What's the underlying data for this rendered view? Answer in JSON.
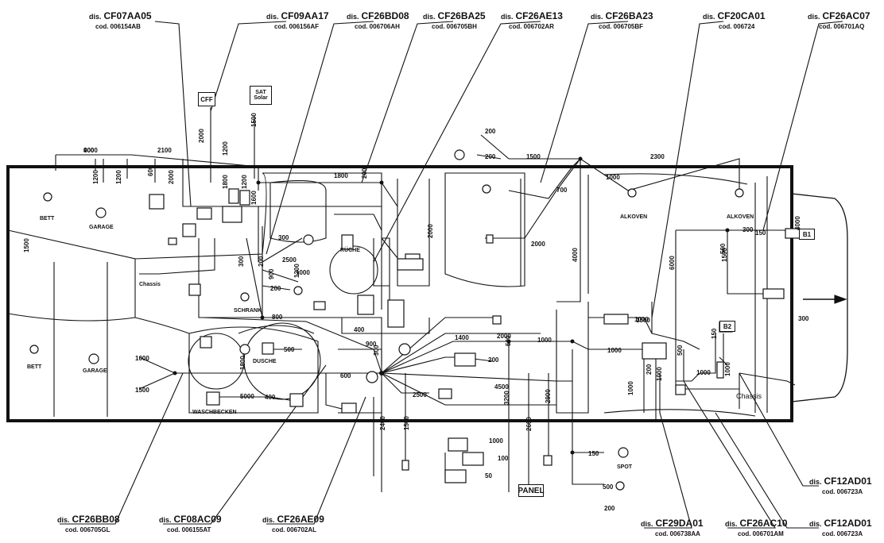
{
  "diagram": {
    "callouts": {
      "top": [
        {
          "dis": "CF07AA05",
          "cod": "cod. 006154AB"
        },
        {
          "dis": "CF09AA17",
          "cod": "cod. 006156AF"
        },
        {
          "dis": "CF26BD08",
          "cod": "cod. 006706AH"
        },
        {
          "dis": "CF26BA25",
          "cod": "cod. 006705BH"
        },
        {
          "dis": "CF26AE13",
          "cod": "cod. 006702AR"
        },
        {
          "dis": "CF26BA23",
          "cod": "cod. 006705BF"
        },
        {
          "dis": "CF20CA01",
          "cod": "cod. 006724"
        },
        {
          "dis": "CF26AC07",
          "cod": "cod. 006701AQ"
        }
      ],
      "bottom": [
        {
          "dis": "CF26BB08",
          "cod": "cod. 006705GL"
        },
        {
          "dis": "CF08AC09",
          "cod": "cod. 006155AT"
        },
        {
          "dis": "CF26AE09",
          "cod": "cod. 006702AL"
        },
        {
          "dis": "CF29DA01",
          "cod": "cod. 006738AA"
        },
        {
          "dis": "CF26AC10",
          "cod": "cod. 006701AM"
        },
        {
          "dis": "CF12AD01",
          "cod": "cod. 006723A"
        }
      ],
      "right_mid": {
        "dis": "CF12AD01",
        "cod": "cod. 006723A"
      },
      "prefix": "dis."
    },
    "components": {
      "bett": "BETT",
      "garage": "GARAGE",
      "chassis": "Chassis",
      "schrank": "SCHRANK",
      "kuche": "KÜCHE",
      "dusche": "DUSCHE",
      "waschbecken": "WASCHBECKEN",
      "alkoven": "ALKOVEN",
      "spot": "SPOT",
      "panel": "PANEL",
      "chassis_right": "Chassis",
      "sat": "SAT",
      "solar": "Solar",
      "cff": "CFF",
      "b1": "B1",
      "b2": "B2"
    },
    "lengths": [
      "4000",
      "2100",
      "1200",
      "1200",
      "600",
      "2000",
      "1500",
      "1800",
      "2000",
      "1800",
      "1200",
      "1600",
      "1200",
      "1500",
      "300",
      "2500",
      "1000",
      "1200",
      "900",
      "200",
      "300",
      "200",
      "200",
      "200",
      "1500",
      "2300",
      "700",
      "1000",
      "2000",
      "2000",
      "4000",
      "300",
      "150",
      "1500",
      "4000",
      "6000",
      "1000",
      "600",
      "500",
      "400",
      "150",
      "900",
      "1400",
      "1000",
      "500",
      "200",
      "300",
      "4500",
      "2500",
      "2400",
      "1500",
      "3200",
      "2600",
      "2900",
      "1000",
      "1000",
      "200",
      "1000",
      "500",
      "1000",
      "500",
      "1500",
      "300",
      "1000",
      "1500",
      "1000",
      "800",
      "5000",
      "400",
      "2000",
      "1000",
      "100",
      "50",
      "150",
      "500",
      "200",
      "200",
      "1800",
      "900"
    ]
  }
}
